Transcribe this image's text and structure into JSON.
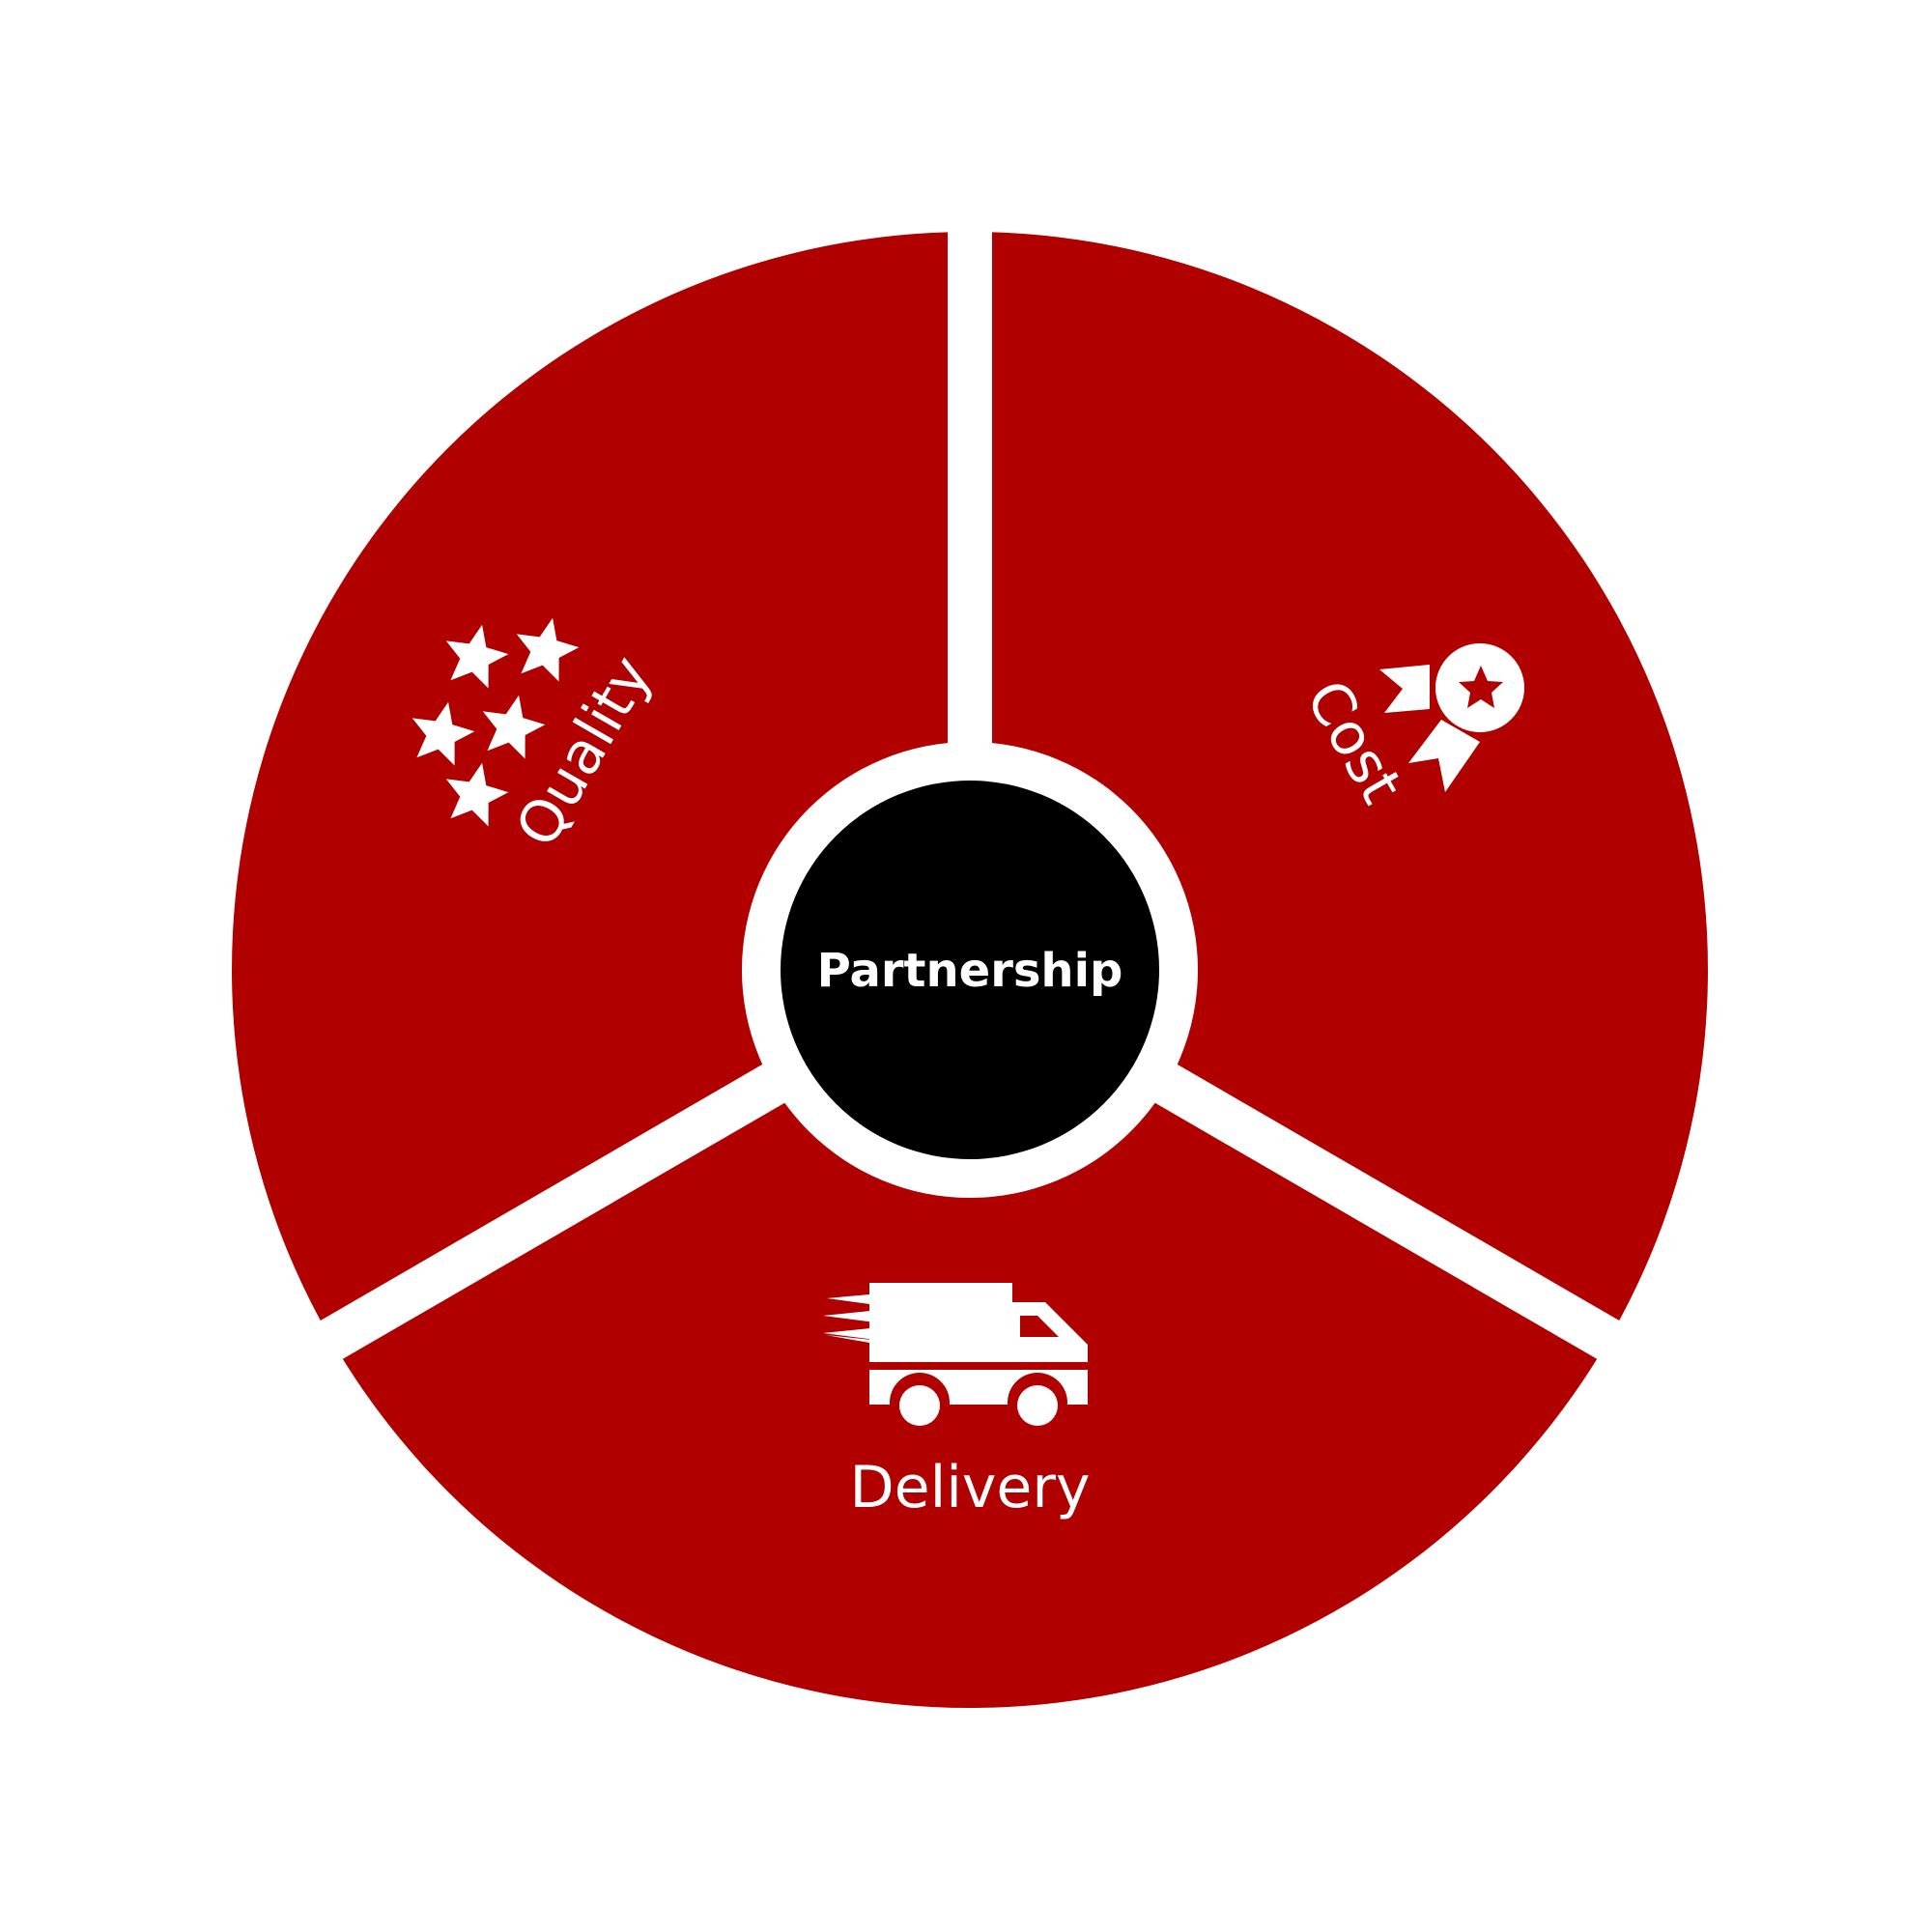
{
  "colors": {
    "segment": "#b00000",
    "center": "#000000",
    "gap": "#ffffff",
    "text": "#ffffff"
  },
  "center": {
    "label": "Partnership"
  },
  "segments": [
    {
      "label": "Quality",
      "icon": "stars-icon"
    },
    {
      "label": "Cost",
      "icon": "cost-reduction-icon"
    },
    {
      "label": "Delivery",
      "icon": "delivery-truck-icon"
    }
  ]
}
